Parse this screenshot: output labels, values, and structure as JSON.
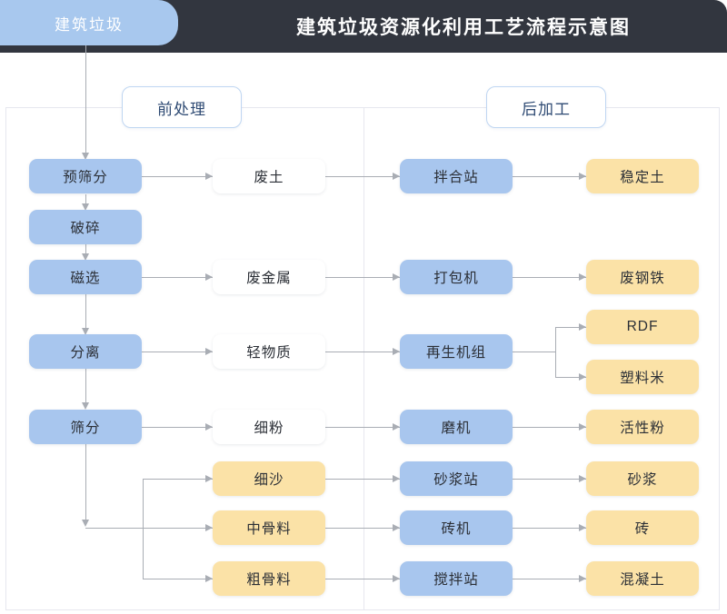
{
  "header": {
    "tab_label": "建筑垃圾",
    "title": "建筑垃圾资源化利用工艺流程示意图"
  },
  "sections": {
    "pre": "前处理",
    "post": "后加工"
  },
  "colors": {
    "header_bg": "#32363f",
    "blue": "#a8c6ee",
    "yellow": "#fbe2a7",
    "white": "#ffffff",
    "connector": "#a9adb4",
    "panel_border": "#e6e7ef",
    "chip_border": "#bfd6f2"
  },
  "columns": {
    "process": [
      {
        "label": "预筛分",
        "type": "blue"
      },
      {
        "label": "破碎",
        "type": "blue"
      },
      {
        "label": "磁选",
        "type": "blue"
      },
      {
        "label": "分离",
        "type": "blue"
      },
      {
        "label": "筛分",
        "type": "blue"
      }
    ],
    "material": [
      {
        "label": "废土",
        "type": "white"
      },
      {
        "label": "废金属",
        "type": "white"
      },
      {
        "label": "轻物质",
        "type": "white"
      },
      {
        "label": "细粉",
        "type": "white"
      },
      {
        "label": "细沙",
        "type": "yellow"
      },
      {
        "label": "中骨料",
        "type": "yellow"
      },
      {
        "label": "粗骨料",
        "type": "yellow"
      }
    ],
    "equipment": [
      {
        "label": "拌合站",
        "type": "blue"
      },
      {
        "label": "打包机",
        "type": "blue"
      },
      {
        "label": "再生机组",
        "type": "blue"
      },
      {
        "label": "磨机",
        "type": "blue"
      },
      {
        "label": "砂浆站",
        "type": "blue"
      },
      {
        "label": "砖机",
        "type": "blue"
      },
      {
        "label": "搅拌站",
        "type": "blue"
      }
    ],
    "product": [
      {
        "label": "稳定土",
        "type": "yellow"
      },
      {
        "label": "废钢铁",
        "type": "yellow"
      },
      {
        "label": "RDF",
        "type": "yellow"
      },
      {
        "label": "塑料米",
        "type": "yellow"
      },
      {
        "label": "活性粉",
        "type": "yellow"
      },
      {
        "label": "砂浆",
        "type": "yellow"
      },
      {
        "label": "砖",
        "type": "yellow"
      },
      {
        "label": "混凝土",
        "type": "yellow"
      }
    ]
  }
}
